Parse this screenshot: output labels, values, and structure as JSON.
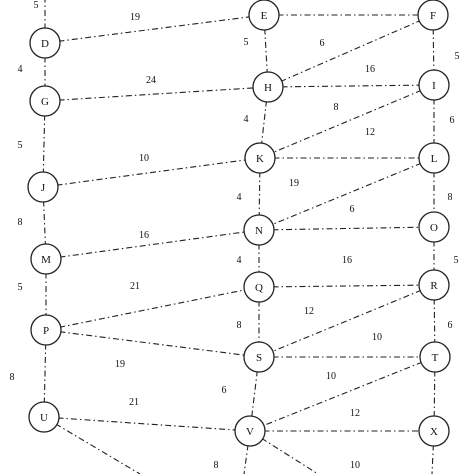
{
  "nodes": [
    {
      "id": "E",
      "label": "E"
    },
    {
      "id": "F",
      "label": "F"
    },
    {
      "id": "D",
      "label": "D"
    },
    {
      "id": "H",
      "label": "H"
    },
    {
      "id": "I",
      "label": "I"
    },
    {
      "id": "G",
      "label": "G"
    },
    {
      "id": "K",
      "label": "K"
    },
    {
      "id": "L",
      "label": "L"
    },
    {
      "id": "J",
      "label": "J"
    },
    {
      "id": "N",
      "label": "N"
    },
    {
      "id": "O",
      "label": "O"
    },
    {
      "id": "M",
      "label": "M"
    },
    {
      "id": "Q",
      "label": "Q"
    },
    {
      "id": "R",
      "label": "R"
    },
    {
      "id": "P",
      "label": "P"
    },
    {
      "id": "S",
      "label": "S"
    },
    {
      "id": "T",
      "label": "T"
    },
    {
      "id": "U",
      "label": "U"
    },
    {
      "id": "V",
      "label": "V"
    },
    {
      "id": "X",
      "label": "X"
    }
  ],
  "edges": [
    {
      "from": "D",
      "to": "E",
      "weight": "19"
    },
    {
      "from": "E",
      "to": "F",
      "weight": ""
    },
    {
      "from": "E",
      "to": "H",
      "weight": "5"
    },
    {
      "from": "H",
      "to": "F",
      "weight": "6"
    },
    {
      "from": "F",
      "to": "I",
      "weight": "5"
    },
    {
      "from": "H",
      "to": "I",
      "weight": "16"
    },
    {
      "from": "D",
      "to": "G",
      "weight": "4"
    },
    {
      "from": "G",
      "to": "H",
      "weight": "24"
    },
    {
      "from": "I",
      "to": "K",
      "weight": "8"
    },
    {
      "from": "H",
      "to": "K",
      "weight": "4"
    },
    {
      "from": "I",
      "to": "L",
      "weight": "6"
    },
    {
      "from": "K",
      "to": "L",
      "weight": "12"
    },
    {
      "from": "G",
      "to": "J",
      "weight": "5"
    },
    {
      "from": "J",
      "to": "K",
      "weight": "10"
    },
    {
      "from": "L",
      "to": "N",
      "weight": "19"
    },
    {
      "from": "K",
      "to": "N",
      "weight": "4"
    },
    {
      "from": "L",
      "to": "O",
      "weight": "8"
    },
    {
      "from": "N",
      "to": "O",
      "weight": "6"
    },
    {
      "from": "J",
      "to": "M",
      "weight": "8"
    },
    {
      "from": "M",
      "to": "N",
      "weight": "16"
    },
    {
      "from": "N",
      "to": "Q",
      "weight": "4"
    },
    {
      "from": "O",
      "to": "R",
      "weight": "5"
    },
    {
      "from": "Q",
      "to": "R",
      "weight": "16"
    },
    {
      "from": "M",
      "to": "P",
      "weight": "5"
    },
    {
      "from": "P",
      "to": "Q",
      "weight": "21"
    },
    {
      "from": "R",
      "to": "S",
      "weight": "12"
    },
    {
      "from": "Q",
      "to": "S",
      "weight": "8"
    },
    {
      "from": "R",
      "to": "T",
      "weight": "6"
    },
    {
      "from": "S",
      "to": "T",
      "weight": "10"
    },
    {
      "from": "P",
      "to": "S",
      "weight": "19"
    },
    {
      "from": "P",
      "to": "U",
      "weight": "8"
    },
    {
      "from": "S",
      "to": "V",
      "weight": "6"
    },
    {
      "from": "T",
      "to": "V",
      "weight": "10"
    },
    {
      "from": "U",
      "to": "V",
      "weight": "21"
    },
    {
      "from": "V",
      "to": "X",
      "weight": "12"
    },
    {
      "from": "T",
      "to": "X",
      "weight": ""
    },
    {
      "from": "U",
      "to": "offscreen-1",
      "weight": ""
    },
    {
      "from": "V",
      "to": "offscreen-2",
      "weight": "8"
    },
    {
      "from": "V",
      "to": "offscreen-3",
      "weight": "10"
    },
    {
      "from": "X",
      "to": "offscreen-4",
      "weight": ""
    },
    {
      "from": "D",
      "to": "offscreen-top",
      "weight": "5"
    }
  ]
}
